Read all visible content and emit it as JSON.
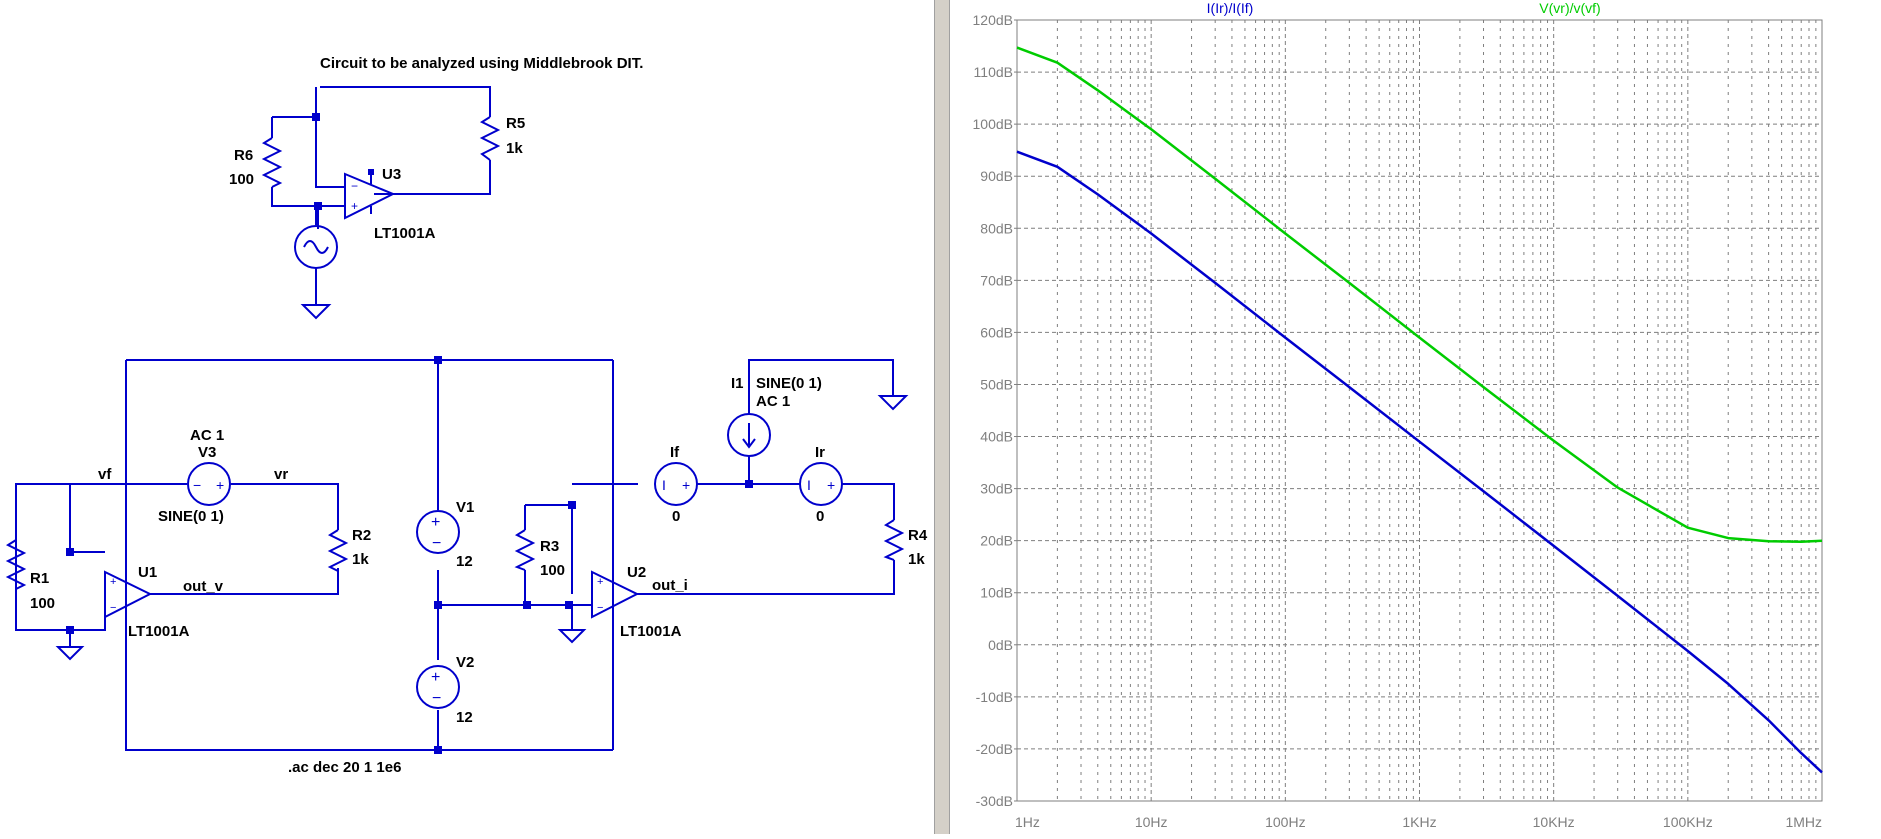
{
  "colors": {
    "wire": "#0000cc",
    "grid": "#7f7f7f",
    "trace1": "#0000cc",
    "trace2": "#00cc00"
  },
  "schematic": {
    "title": "Circuit to be analyzed using Middlebrook DIT.",
    "top": {
      "r6": "R6",
      "r6_val": "100",
      "r5": "R5",
      "r5_val": "1k",
      "u3": "U3",
      "u3_part": "LT1001A"
    },
    "bottom": {
      "r1": "R1",
      "r1_val": "100",
      "r2": "R2",
      "r2_val": "1k",
      "r3": "R3",
      "r3_val": "100",
      "r4": "R4",
      "r4_val": "1k",
      "u1": "U1",
      "u1_part": "LT1001A",
      "u2": "U2",
      "u2_part": "LT1001A",
      "v1": "V1",
      "v1_val": "12",
      "v2": "V2",
      "v2_val": "12",
      "v3": "V3",
      "v3_ac": "AC 1",
      "v3_sine": "SINE(0 1)",
      "i1": "I1",
      "i1_sine": "SINE(0 1)",
      "i1_ac": "AC 1",
      "if": "If",
      "if_val": "0",
      "ir": "Ir",
      "ir_val": "0",
      "net_vf": "vf",
      "net_vr": "vr",
      "net_out_v": "out_v",
      "net_out_i": "out_i",
      "directive": ".ac dec 20 1 1e6"
    }
  },
  "chart_data": {
    "type": "line",
    "title": "",
    "xscale": "log",
    "xlim": [
      1,
      1000000
    ],
    "ylim": [
      -30,
      120
    ],
    "y_unit": "dB",
    "grid": true,
    "xticks": [
      "1Hz",
      "10Hz",
      "100Hz",
      "1KHz",
      "10KHz",
      "100KHz",
      "1MHz"
    ],
    "yticks": [
      "120dB",
      "110dB",
      "100dB",
      "90dB",
      "80dB",
      "70dB",
      "60dB",
      "50dB",
      "40dB",
      "30dB",
      "20dB",
      "10dB",
      "0dB",
      "-10dB",
      "-20dB",
      "-30dB"
    ],
    "series": [
      {
        "name": "I(Ir)/I(If)",
        "color": "#0000cc",
        "x": [
          1,
          2,
          4,
          10,
          30,
          100,
          300,
          1000,
          3000,
          10000,
          30000,
          100000,
          200000,
          400000,
          700000,
          1000000
        ],
        "y": [
          94.7,
          91.8,
          86.5,
          79,
          69.5,
          59,
          49.5,
          39,
          29.5,
          19,
          9.4,
          -1.2,
          -7.5,
          -14.5,
          -20.8,
          -24.5
        ]
      },
      {
        "name": "V(vr)/v(vf)",
        "color": "#00cc00",
        "x": [
          1,
          2,
          4,
          10,
          30,
          100,
          300,
          1000,
          3000,
          10000,
          30000,
          100000,
          200000,
          400000,
          700000,
          1000000
        ],
        "y": [
          114.7,
          111.8,
          106.5,
          99,
          89.5,
          79,
          69.5,
          59,
          49.5,
          39.2,
          30.2,
          22.5,
          20.5,
          19.9,
          19.8,
          20
        ]
      }
    ]
  }
}
